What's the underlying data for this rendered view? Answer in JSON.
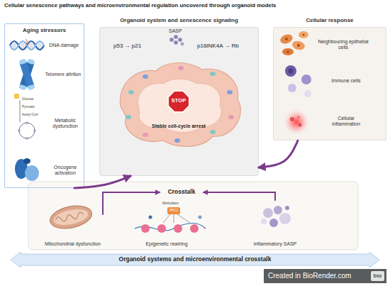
{
  "diagram": {
    "title": "Cellular senescence pathways and microenvironmental regulation uncovered through organoid models",
    "nodes": [
      {
        "text": [
          "Aging stressors"
        ]
      },
      {
        "text": [
          "DNA damage"
        ],
        "in": 0
      },
      {
        "text": [
          "Telomere attrition"
        ],
        "in": 0
      },
      {
        "text": [
          "Metabolic dysfunction"
        ],
        "in": 0
      },
      {
        "text": [
          "Oncogene activation"
        ],
        "in": 0
      },
      {
        "text": [
          "Organoid system and senescence signaling"
        ]
      },
      {
        "text": [
          "Cellular response"
        ]
      },
      {
        "text": [
          "Neighbouring epithelial cells"
        ],
        "in": 6
      },
      {
        "text": [
          "Immune cells"
        ],
        "in": 6
      },
      {
        "text": [
          "Cellular inflammation"
        ],
        "in": 6
      },
      {
        "text": [
          "Crosstalk"
        ]
      },
      {
        "text": [
          "Mitochondrial dysfunction"
        ]
      },
      {
        "text": [
          "Epigenetic rewiring"
        ]
      },
      {
        "text": [
          "Inflammatory SASP"
        ]
      },
      {
        "text": [
          "Organoid systems and microenvironmental crosstalk"
        ]
      }
    ],
    "edges": [
      {
        "from": 0,
        "to": 5,
        "arrow": "to"
      },
      {
        "from": 6,
        "to": 5,
        "arrow": "to"
      },
      {
        "from": 11,
        "to": 10,
        "arrow": "to"
      },
      {
        "from": 13,
        "to": 10,
        "arrow": "to"
      }
    ],
    "labels": [
      "Glucose",
      "Pyruvate",
      "Acetyl-CoA",
      "p53 → p21",
      "SASP",
      "p16INK4A → Rb",
      "STOP",
      "Stable cell-cycle arrest",
      "Methylation",
      "PRC2",
      "Created in BioRender.com",
      "bio"
    ]
  }
}
